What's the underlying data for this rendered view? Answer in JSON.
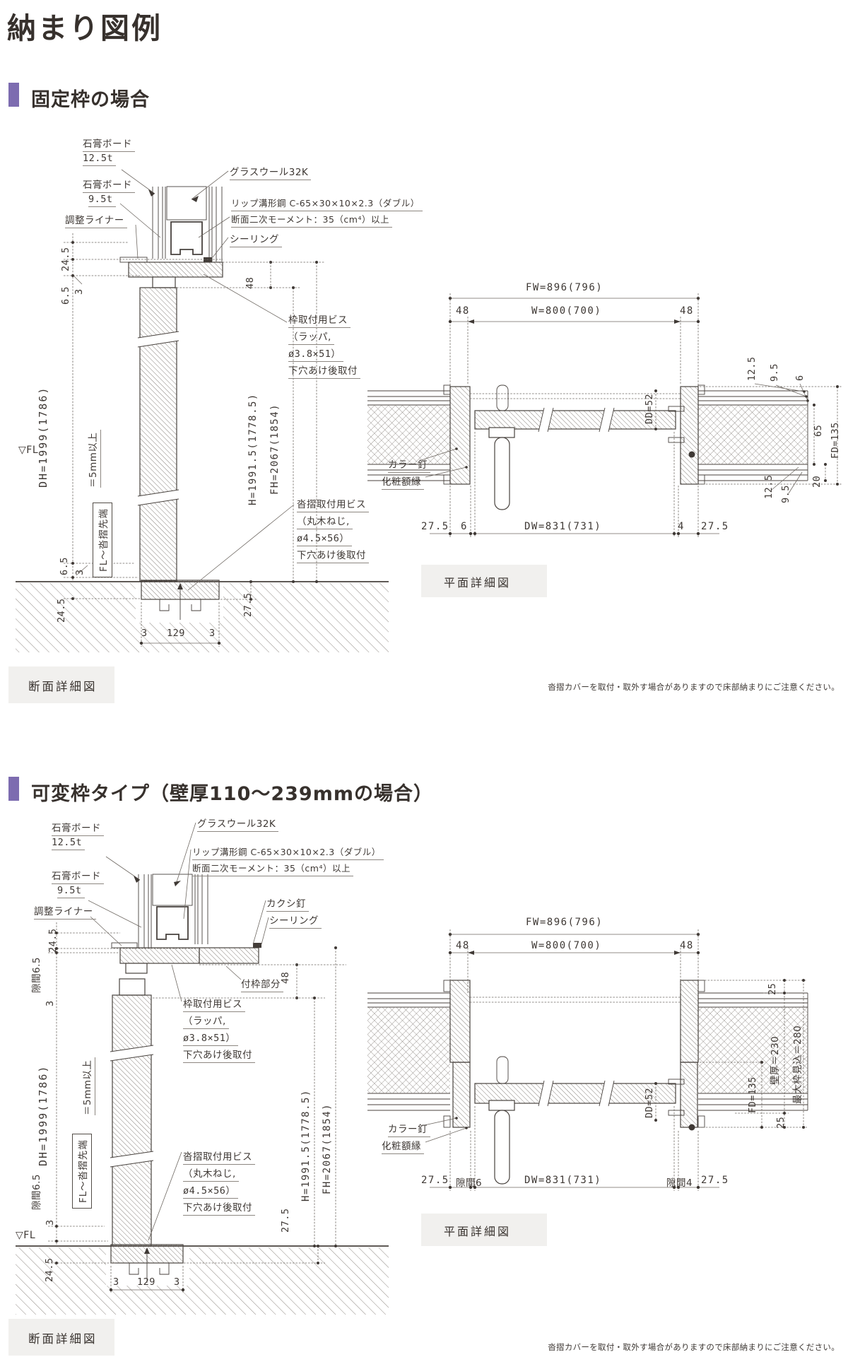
{
  "page": {
    "title": "納まり図例",
    "accent_color": "#7d6cb0",
    "footnote": "沓摺カバーを取付・取外す場合がありますので床部納まりにご注意ください。"
  },
  "s1": {
    "heading": "固定枠の場合",
    "cs": {
      "caption": "断面詳細図",
      "labels": {
        "gypsum1_name": "石膏ボード",
        "gypsum1_thickness": "12.5t",
        "gypsum2_name": "石膏ボード",
        "gypsum2_thickness": "9.5t",
        "liner": "調整ライナー",
        "glasswool": "グラスウール32K",
        "channel": "リップ溝形鋼 C-65×30×10×2.3（ダブル）",
        "moment": "断面二次モーメント：35（cm⁴）以上",
        "sealing": "シーリング",
        "frame_screw_1": "枠取付用ビス",
        "frame_screw_2": "（ラッパ,",
        "frame_screw_3": "ø3.8×51）",
        "frame_screw_4": "下穴あけ後取付",
        "sill_screw_1": "沓摺取付用ビス",
        "sill_screw_2": "（丸木ねじ,",
        "sill_screw_3": "ø4.5×56）",
        "sill_screw_4": "下穴あけ後取付",
        "fl_mark": "▽FL",
        "fl_range": "FL～沓摺先端",
        "fl_min": "＝5mm以上"
      },
      "dims": {
        "head_48": "48",
        "h": "H=1991.5(1778.5)",
        "fh": "FH=2067(1854)",
        "dh": "DH=1999(1786)",
        "top_24_5": "24.5",
        "top_6_5": "6.5",
        "top_3": "3",
        "bottom_6_5": "6.5",
        "bottom_3": "3",
        "bottom_24_5": "24.5",
        "sill_27_5": "27.5",
        "sill_3_left": "3",
        "sill_129": "129",
        "sill_3_right": "3"
      }
    },
    "plan": {
      "caption": "平面詳細図",
      "labels": {
        "color_nail": "カラー釘",
        "casing": "化粧額縁"
      },
      "dims": {
        "fw": "FW=896(796)",
        "w": "W=800(700)",
        "left_48": "48",
        "right_48": "48",
        "dd": "DD=52",
        "board_12_5": "12.5",
        "board_9_5": "9.5",
        "gap_6": "6",
        "core_65": "65",
        "fd": "FD=135",
        "edge_20": "20",
        "bottom_board_12_5": "12.5",
        "bottom_board_9_5": "9.5",
        "left_27_5": "27.5",
        "clear_6": "6",
        "dw": "DW=831(731)",
        "clear_4": "4",
        "right_27_5": "27.5"
      }
    }
  },
  "s2": {
    "heading": "可変枠タイプ（壁厚110～239mmの場合）",
    "cs": {
      "caption": "断面詳細図",
      "labels": {
        "gypsum1_name": "石膏ボード",
        "gypsum1_thickness": "12.5t",
        "gypsum2_name": "石膏ボード",
        "gypsum2_thickness": "9.5t",
        "liner": "調整ライナー",
        "glasswool": "グラスウール32K",
        "channel": "リップ溝形鋼 C-65×30×10×2.3（ダブル）",
        "moment": "断面二次モーメント：35（cm⁴）以上",
        "kakushi_nail": "カクシ釘",
        "sealing": "シーリング",
        "tsukewaku": "付枠部分",
        "frame_screw_1": "枠取付用ビス",
        "frame_screw_2": "（ラッパ,",
        "frame_screw_3": "ø3.8×51）",
        "frame_screw_4": "下穴あけ後取付",
        "sill_screw_1": "沓摺取付用ビス",
        "sill_screw_2": "（丸木ねじ,",
        "sill_screw_3": "ø4.5×56）",
        "sill_screw_4": "下穴あけ後取付",
        "fl_mark": "▽FL",
        "fl_range": "FL～沓摺先端",
        "fl_min": "＝5mm以上"
      },
      "dims": {
        "head_48": "48",
        "h": "H=1991.5(1778.5)",
        "fh": "FH=2067(1854)",
        "dh": "DH=1999(1786)",
        "top_24_5": "24.5",
        "top_gap_6_5": "隙間6.5",
        "top_3": "3",
        "bottom_gap_6_5": "隙間6.5",
        "bottom_3": "3",
        "bottom_24_5": "24.5",
        "sill_27_5": "27.5",
        "sill_3_left": "3",
        "sill_129": "129",
        "sill_3_right": "3"
      }
    },
    "plan": {
      "caption": "平面詳細図",
      "labels": {
        "color_nail": "カラー釘",
        "casing": "化粧額縁"
      },
      "dims": {
        "fw": "FW=896(796)",
        "w": "W=800(700)",
        "left_48": "48",
        "right_48": "48",
        "dd": "DD=52",
        "p25_top": "25",
        "wall_thickness": "壁厚＝230",
        "max_depth": "最大枠見込＝280",
        "fd": "FD=135",
        "p25_bottom": "25",
        "left_27_5": "27.5",
        "clear_6": "隙間6",
        "dw": "DW=831(731)",
        "clear_4": "隙間4",
        "right_27_5": "27.5"
      }
    }
  }
}
